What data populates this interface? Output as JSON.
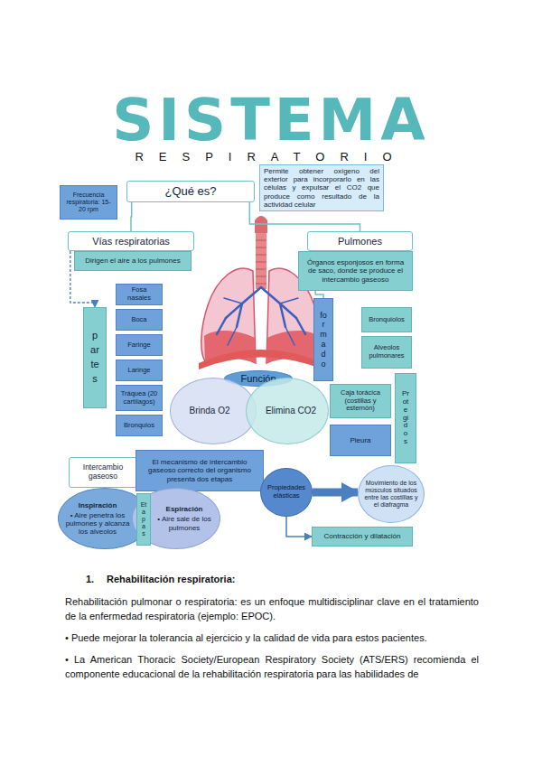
{
  "diagram": {
    "title": "SISTEMA",
    "nodes": [
      {
        "text": [
          "¿Qué es?"
        ]
      },
      {
        "text": [
          "Permite obtener oxígeno del exterior para incorporarlo en las células y expulsar el CO2 que produce como resultado de la actividad celular"
        ]
      },
      {
        "text": [
          "Frecuencia respiratoria: 15-20 rpm"
        ]
      },
      {
        "text": [
          "Vías respiratorias"
        ]
      },
      {
        "text": [
          "Dirigen el aire a los pulmones"
        ]
      },
      {
        "text": [
          "partes"
        ]
      },
      {
        "text": [
          "Fosa nasales"
        ]
      },
      {
        "text": [
          "Boca"
        ]
      },
      {
        "text": [
          "Faringe"
        ]
      },
      {
        "text": [
          "Laringe"
        ]
      },
      {
        "text": [
          "Tráquea (20 cartílagos)"
        ]
      },
      {
        "text": [
          "Bronquios"
        ]
      },
      {
        "text": [
          "Pulmones"
        ]
      },
      {
        "text": [
          "Órganos esponjosos en forma de saco, donde se produce el intercambio gaseoso"
        ]
      },
      {
        "text": [
          "formado"
        ]
      },
      {
        "text": [
          "Bronquiolos"
        ]
      },
      {
        "text": [
          "Alveolos pulmonares"
        ]
      },
      {
        "text": [
          "Protegidos"
        ]
      },
      {
        "text": [
          "Caja torácica (costillas y esternón)"
        ]
      },
      {
        "text": [
          "Pleura"
        ]
      },
      {
        "text": [
          "Función"
        ]
      },
      {
        "text": [
          "Brinda O2"
        ]
      },
      {
        "text": [
          "Elimina CO2"
        ]
      },
      {
        "text": [
          "Intercambio gaseoso"
        ]
      },
      {
        "text": [
          "El mecanismo de intercambio gaseoso correcto del organismo presenta dos etapas"
        ]
      },
      {
        "text": [
          "Inspiración",
          "• Aire penetra los pulmones y alcanza los alveolos"
        ]
      },
      {
        "text": [
          "Espiración",
          "• Aire sale de los pulmones"
        ]
      },
      {
        "text": [
          "Etapas"
        ]
      },
      {
        "text": [
          "Propiedades elásticas"
        ]
      },
      {
        "text": [
          "Movimiento de los músculos situados entre las costillas y el diafragma"
        ]
      },
      {
        "text": [
          "Contracción y dilatación"
        ]
      }
    ],
    "edges": [
      {
        "from": 0,
        "to": 3,
        "arrow": "none"
      },
      {
        "from": 0,
        "to": 12,
        "arrow": "none"
      },
      {
        "from": 3,
        "to": 5,
        "arrow": "to"
      },
      {
        "from": 13,
        "to": 14,
        "arrow": "none"
      },
      {
        "from": 28,
        "to": 29,
        "arrow": "to"
      },
      {
        "from": 28,
        "to": 30,
        "arrow": "to"
      }
    ],
    "labels": [
      "RESPIRATORIO",
      "1.",
      "Rehabilitación respiratoria:",
      "Rehabilitación pulmonar o respiratoria: es un enfoque multidisciplinar clave en el tratamiento de la enfermedad respiratoria (ejemplo: EPOC).",
      "• Puede mejorar la tolerancia al ejercicio y la calidad de vida para estos pacientes.",
      "• La American Thoracic Society/European Respiratory Society (ATS/ERS) recomienda el componente educacional de la rehabilitación respiratoria para las habilidades de"
    ]
  }
}
